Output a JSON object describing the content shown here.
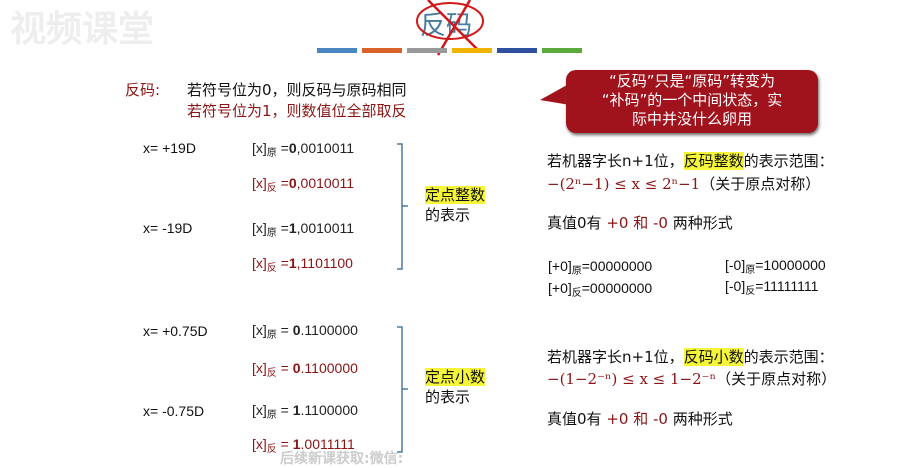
{
  "watermark": {
    "logo": "视频课堂",
    "bottom": "后续新课获取:微信:"
  },
  "title": "反码",
  "colors": {
    "accent_red": "#8b1515",
    "title_blue": "#4a7aa0",
    "callout": "#a0121c",
    "highlight": "#f5f53a",
    "bars": [
      "#4a86c0",
      "#d9622b",
      "#999999",
      "#f0b400",
      "#2f4f9f",
      "#5aab3c"
    ]
  },
  "definition": {
    "label": "反码:",
    "line1": "若符号位为0，则反码与原码相同",
    "line2": "若符号位为1，则数值位全部取反"
  },
  "callout": {
    "line1": "“反码”只是“原码”转变为",
    "line2": "“补码”的一个中间状态，实",
    "line3": "际中并没什么卵用"
  },
  "integer": {
    "x1": "x= +19D",
    "x2": "x= -19D",
    "rows": [
      {
        "prefix": "[x]",
        "sub": "原",
        "eq": "=",
        "first": "0",
        "rest": ",0010011"
      },
      {
        "prefix": "[x]",
        "sub": "反",
        "eq": "=",
        "first": "0",
        "rest": ",0010011"
      },
      {
        "prefix": "[x]",
        "sub": "原",
        "eq": "=",
        "first": "1",
        "rest": ",0010011"
      },
      {
        "prefix": "[x]",
        "sub": "反",
        "eq": "=",
        "first": "1",
        "rest": ",1101100"
      }
    ],
    "brace_label_hl": "定点整数",
    "brace_label": "的表示",
    "range_pre": "若机器字长n+1位，",
    "range_hl": "反码整数",
    "range_post": "的表示范围：",
    "formula": "−(2ⁿ−1) ≤ x ≤ 2ⁿ−1",
    "formula_note": "（关于原点对称）",
    "zero_pre": "真值0有 ",
    "zero_p": "+0",
    "zero_and": " 和 ",
    "zero_m": "-0",
    "zero_post": " 两种形式",
    "zeros": [
      {
        "prefix": "[+0]",
        "sub": "原",
        "value": "=00000000"
      },
      {
        "prefix": "[+0]",
        "sub": "反",
        "value": "=00000000"
      },
      {
        "prefix": "[-0]",
        "sub": "原",
        "value": "=10000000"
      },
      {
        "prefix": "[-0]",
        "sub": "反",
        "value": "=11111111"
      }
    ]
  },
  "fraction": {
    "x1": "x= +0.75D",
    "x2": "x= -0.75D",
    "rows": [
      {
        "prefix": "[x]",
        "sub": "原",
        "eq": "= ",
        "first": "0",
        "rest": ".1100000"
      },
      {
        "prefix": "[x]",
        "sub": "反",
        "eq": "= ",
        "first": "0",
        "rest": ".1100000"
      },
      {
        "prefix": "[x]",
        "sub": "原",
        "eq": "= ",
        "first": "1",
        "rest": ".1100000"
      },
      {
        "prefix": "[x]",
        "sub": "反",
        "eq": "= ",
        "first": "1",
        "rest": ".0011111"
      }
    ],
    "brace_label_hl": "定点小数",
    "brace_label": "的表示",
    "range_pre": "若机器字长n+1位，",
    "range_hl": "反码小数",
    "range_post": "的表示范围：",
    "formula": "−(1−2⁻ⁿ) ≤ x ≤ 1−2⁻ⁿ",
    "formula_note": "（关于原点对称）",
    "zero_pre": "真值0有 ",
    "zero_p": "+0",
    "zero_and": " 和 ",
    "zero_m": "-0",
    "zero_post": " 两种形式"
  }
}
